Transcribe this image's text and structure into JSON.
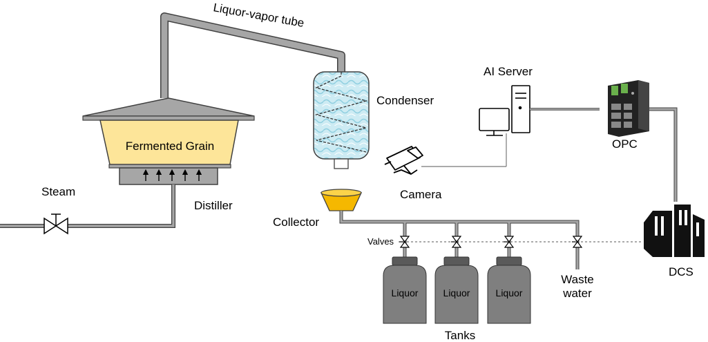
{
  "labels": {
    "tube": "Liquor-vapor tube",
    "grain": "Fermented Grain",
    "steam": "Steam",
    "distiller": "Distiller",
    "condenser": "Condenser",
    "collector": "Collector",
    "camera": "Camera",
    "ai_server": "AI Server",
    "opc": "OPC",
    "dcs": "DCS",
    "valves": "Valves",
    "waste_1": "Waste",
    "waste_2": "water",
    "tanks": "Tanks",
    "tank_liquor": [
      "Liquor",
      "Liquor",
      "Liquor"
    ]
  },
  "colors": {
    "pipe": "#a6a6a6",
    "pipe_stroke": "#404040",
    "grain_fill": "#fde599",
    "collector_fill": "#f5b800",
    "condenser_fill": "#bfe3ee",
    "tank_fill": "#7f7f7f",
    "tank_cap": "#5a5a5a",
    "dcs_fill": "#111111",
    "opc_fill": "#222222",
    "opc_led": "#6ab04c"
  }
}
